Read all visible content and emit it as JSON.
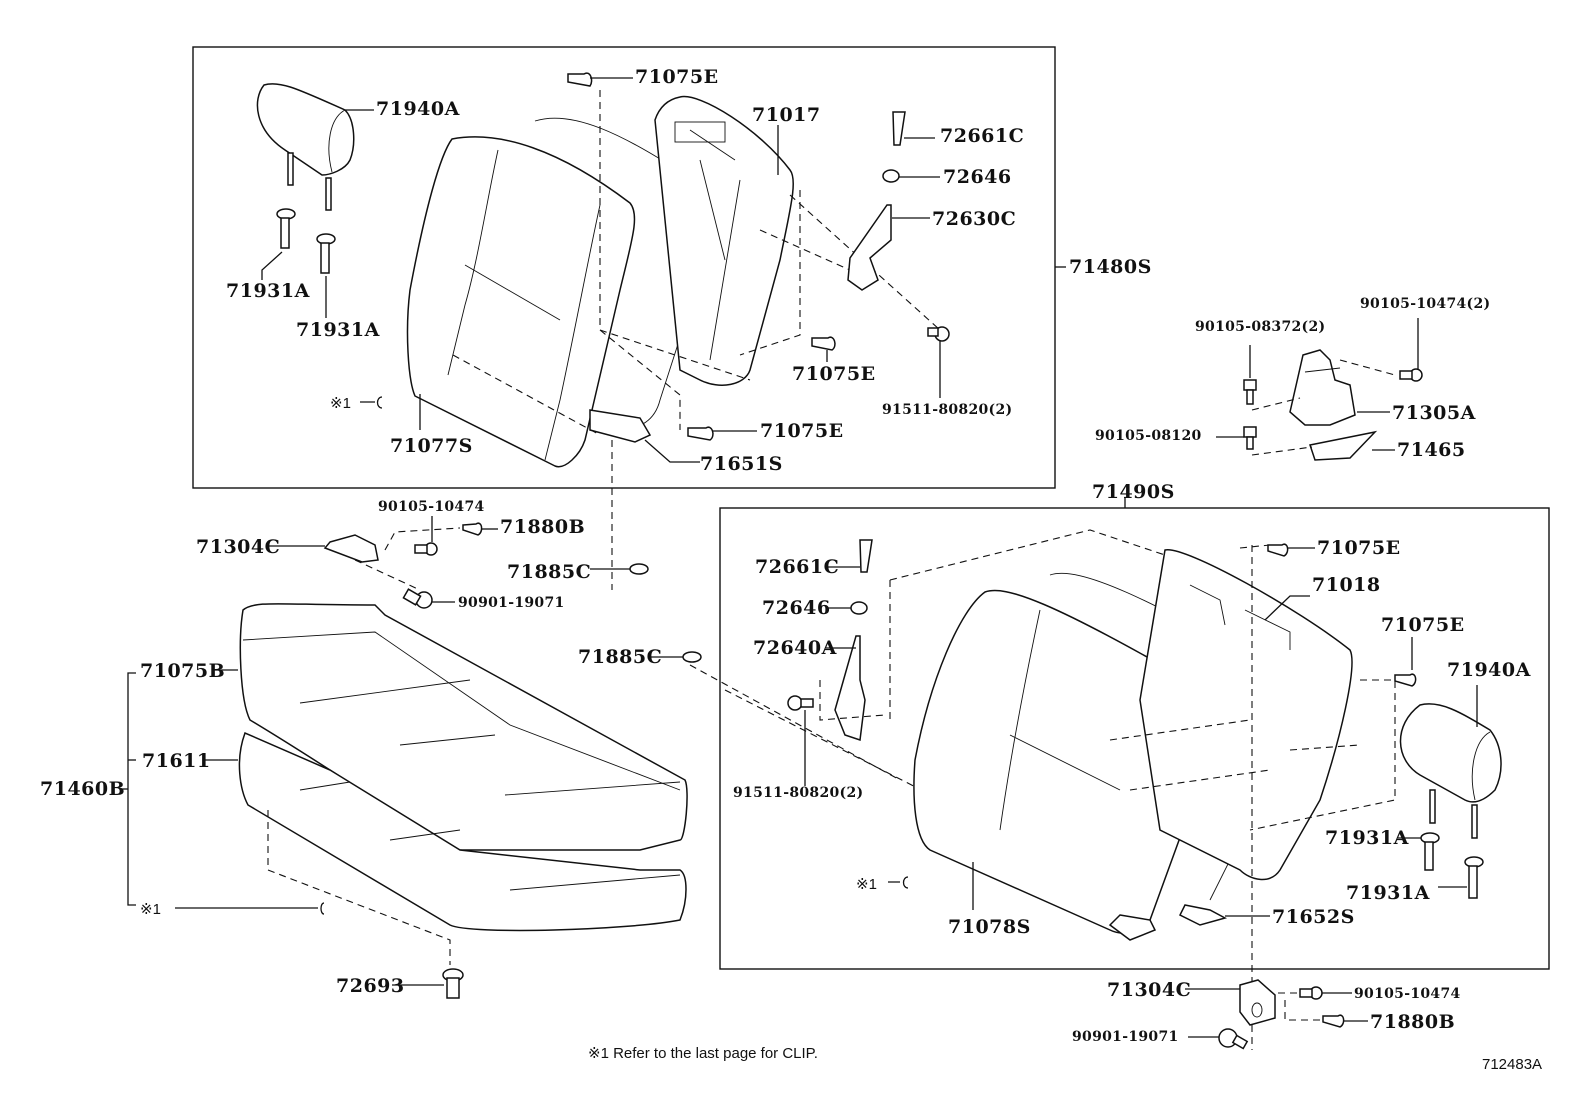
{
  "diagram": {
    "title_code": "712483A",
    "footnote": "※1  Refer to the last page for CLIP.",
    "groups": {
      "upper_seatback_assembly": "71480S",
      "lower_seatback_assembly": "71490S",
      "cushion_assembly": "71460B"
    },
    "labels": {
      "upper": {
        "headrest": "71940A",
        "support_a": "71931A",
        "support_b": "71931A",
        "clip_note": "※1",
        "back_cover": "71077S",
        "screw_top": "71075E",
        "frame": "71017",
        "knob": "72661C",
        "bezel": "72646",
        "lock": "72630C",
        "screw_mid": "71075E",
        "bolt": "91511-80820(2)",
        "screw_bottom": "71075E",
        "pad": "71651S"
      },
      "hinge": {
        "bolt_a": "90105-10474(2)",
        "bolt_b": "90105-08372(2)",
        "bracket": "71305A",
        "bolt_c": "90105-08120",
        "cover": "71465"
      },
      "cushion": {
        "bolt_top": "90105-10474",
        "clip_top": "71880B",
        "bracket": "71304C",
        "hook_a": "71885C",
        "bolt_side": "90901-19071",
        "hook_b": "71885C",
        "cover": "71075B",
        "pad": "71611",
        "clip_note": "※1",
        "stopper": "72693"
      },
      "lower": {
        "knob": "72661C",
        "bezel": "72646",
        "lock": "72640A",
        "bolt": "91511-80820(2)",
        "screw_top": "71075E",
        "frame": "71018",
        "screw_right": "71075E",
        "headrest": "71940A",
        "support_a": "71931A",
        "support_b": "71931A",
        "clip_note": "※1",
        "back_cover": "71078S",
        "pad": "71652S"
      },
      "bottom": {
        "bracket": "71304C",
        "bolt": "90105-10474",
        "clip": "71880B",
        "bolt_side": "90901-19071"
      }
    }
  }
}
